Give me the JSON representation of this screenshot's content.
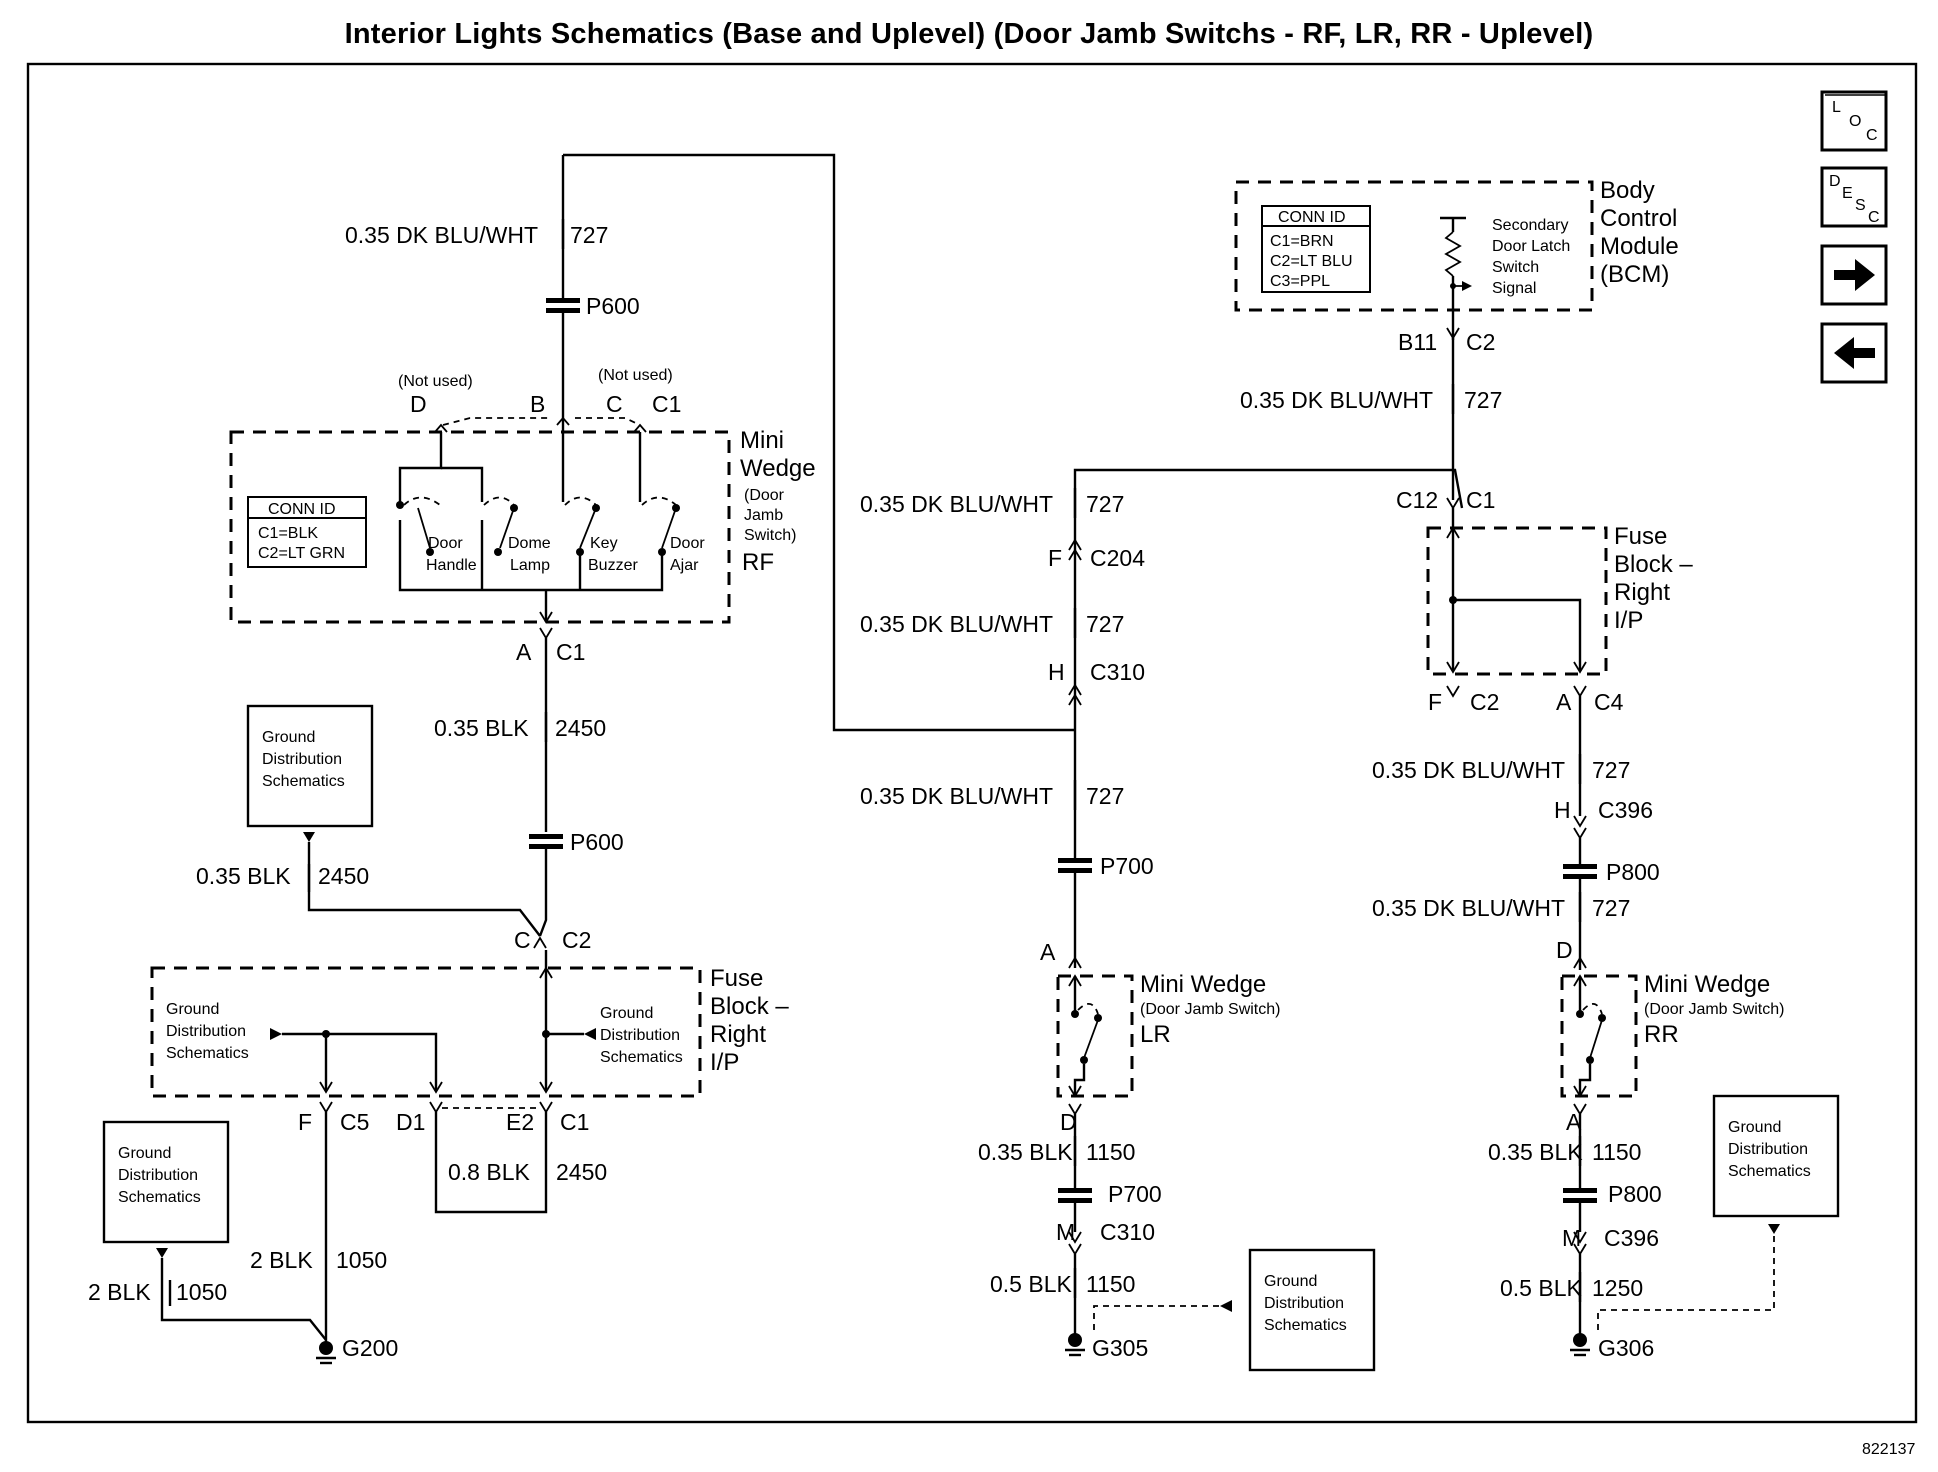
{
  "title": "Interior Lights Schematics (Base and Uplevel) (Door Jamb Switchs - RF, LR, RR - Uplevel)",
  "nav_icons": {
    "loc": "L O C",
    "desc": "D E S C",
    "next": "right-arrow-icon",
    "prev": "left-arrow-icon"
  },
  "diagram_id": "822137",
  "rf": {
    "wire_top_label": "0.35 DK BLU/WHT",
    "wire_top_circuit": "727",
    "p600_top": "P600",
    "not_used_left": "(Not used)",
    "not_used_right": "(Not used)",
    "pin_d": "D",
    "pin_b": "B",
    "pin_c": "C",
    "pin_c1": "C1",
    "conn_id_title": "CONN ID",
    "conn_c1": "C1=BLK",
    "conn_c2": "C2=LT GRN",
    "sw_door_handle_1": "Door",
    "sw_door_handle_2": "Handle",
    "sw_dome_lamp_1": "Dome",
    "sw_dome_lamp_2": "Lamp",
    "sw_key_buzzer_1": "Key",
    "sw_key_buzzer_2": "Buzzer",
    "sw_door_ajar_1": "Door",
    "sw_door_ajar_2": "Ajar",
    "comp_line1": "Mini",
    "comp_line2": "Wedge",
    "comp_sub1": "(Door",
    "comp_sub2": "Jamb",
    "comp_sub3": "Switch)",
    "comp_pos": "RF",
    "pin_a": "A",
    "conn_a": "C1",
    "wire_blk_label": "0.35 BLK",
    "wire_blk_circuit": "2450",
    "p600_bottom": "P600",
    "gds_box_1": "Ground",
    "gds_box_2": "Distribution",
    "gds_box_3": "Schematics",
    "wire_left_label": "0.35 BLK",
    "wire_left_circuit": "2450",
    "pin_c_c2": "C",
    "conn_c2_label": "C2"
  },
  "fuse_left": {
    "name_1": "Fuse",
    "name_2": "Block –",
    "name_3": "Right",
    "name_4": "I/P",
    "gds_left_1": "Ground",
    "gds_left_2": "Distribution",
    "gds_left_3": "Schematics",
    "gds_right_1": "Ground",
    "gds_right_2": "Distribution",
    "gds_right_3": "Schematics",
    "pin_f": "F",
    "conn_c5": "C5",
    "pin_d1": "D1",
    "pin_e2": "E2",
    "conn_c1": "C1",
    "wire_08_label": "0.8 BLK",
    "wire_08_circuit": "2450",
    "wire_2blk_label": "2 BLK",
    "wire_2blk_circuit": "1050",
    "wire_2blk_b_label": "2 BLK",
    "wire_2blk_b_circuit": "1050",
    "gds_box_1": "Ground",
    "gds_box_2": "Distribution",
    "gds_box_3": "Schematics",
    "ground": "G200"
  },
  "lr": {
    "w1_label": "0.35 DK BLU/WHT",
    "w1_circuit": "727",
    "pin_f": "F",
    "conn_c204": "C204",
    "w2_label": "0.35 DK BLU/WHT",
    "w2_circuit": "727",
    "pin_h": "H",
    "conn_c310": "C310",
    "w3_label": "0.35 DK BLU/WHT",
    "w3_circuit": "727",
    "p700_a": "P700",
    "pin_a": "A",
    "comp_line1": "Mini Wedge",
    "comp_sub": "(Door Jamb Switch)",
    "comp_pos": "LR",
    "pin_d": "D",
    "w4_label": "0.35 BLK",
    "w4_circuit": "1150",
    "p700_b": "P700",
    "pin_m": "M",
    "conn_c310_b": "C310",
    "w5_label": "0.5 BLK",
    "w5_circuit": "1150",
    "gds_box_1": "Ground",
    "gds_box_2": "Distribution",
    "gds_box_3": "Schematics",
    "ground": "G305"
  },
  "bcm": {
    "conn_id_title": "CONN ID",
    "conn_c1": "C1=BRN",
    "conn_c2": "C2=LT BLU",
    "conn_c3": "C3=PPL",
    "sig_1": "Secondary",
    "sig_2": "Door Latch",
    "sig_3": "Switch",
    "sig_4": "Signal",
    "name_1": "Body",
    "name_2": "Control",
    "name_3": "Module",
    "name_4": "(BCM)",
    "pin_b11": "B11",
    "conn_c2_label": "C2",
    "w1_label": "0.35 DK BLU/WHT",
    "w1_circuit": "727",
    "pin_c12": "C12",
    "conn_c1_label": "C1"
  },
  "fuse_right": {
    "name_1": "Fuse",
    "name_2": "Block –",
    "name_3": "Right",
    "name_4": "I/P",
    "pin_f": "F",
    "conn_c2": "C2",
    "pin_a": "A",
    "conn_c4": "C4"
  },
  "rr": {
    "w1_label": "0.35 DK BLU/WHT",
    "w1_circuit": "727",
    "pin_h": "H",
    "conn_c396": "C396",
    "p800_a": "P800",
    "w2_label": "0.35 DK BLU/WHT",
    "w2_circuit": "727",
    "pin_d": "D",
    "comp_line1": "Mini Wedge",
    "comp_sub": "(Door Jamb Switch)",
    "comp_pos": "RR",
    "pin_a": "A",
    "w3_label": "0.35 BLK",
    "w3_circuit": "1150",
    "p800_b": "P800",
    "pin_m": "M",
    "conn_c396_b": "C396",
    "w4_label": "0.5 BLK",
    "w4_circuit": "1250",
    "gds_box_1": "Ground",
    "gds_box_2": "Distribution",
    "gds_box_3": "Schematics",
    "ground": "G306"
  }
}
